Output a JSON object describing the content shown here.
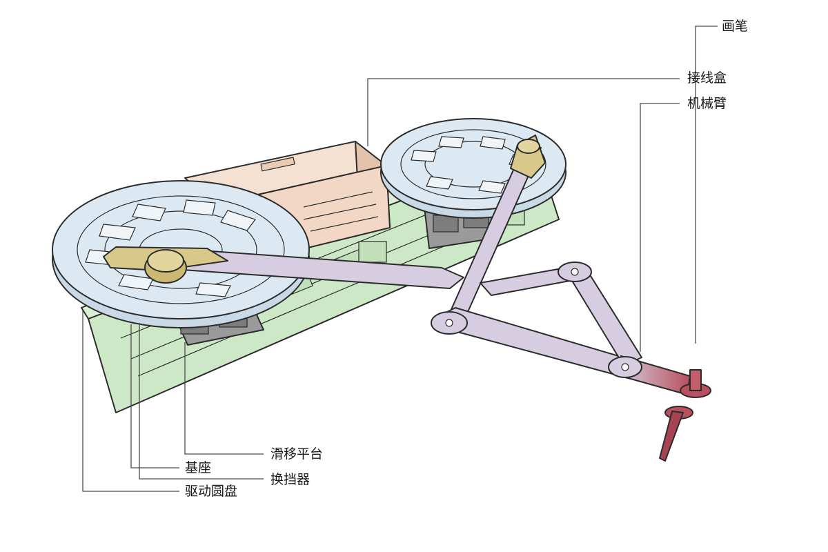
{
  "labels": {
    "pen": "画笔",
    "junction_box": "接线盒",
    "arm": "机械臂",
    "slide_platform": "滑移平台",
    "base": "基座",
    "gear_shifter": "换挡器",
    "drive_disc": "驱动圆盘"
  },
  "colors": {
    "base_green": "#cde8c6",
    "disc_blue": "#dde9f2",
    "box_peach": "#f2d8c4",
    "arm_lavender": "#d6cde0",
    "hub_gold": "#d8c98a",
    "pen_red": "#b8505e",
    "block_gray": "#9a9a9a"
  }
}
